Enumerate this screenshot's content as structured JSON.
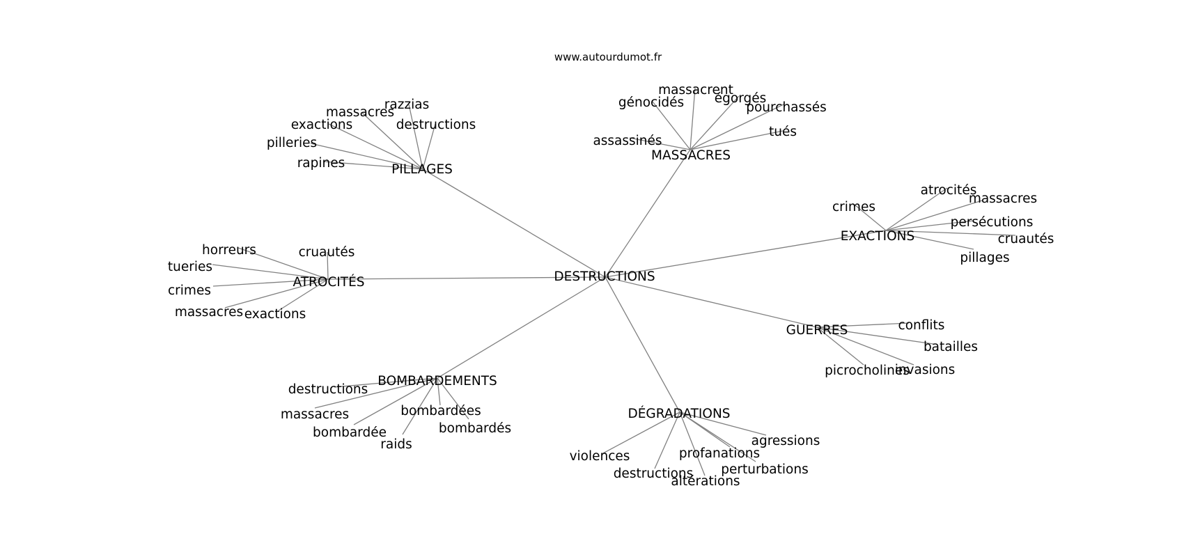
{
  "source": "www.autourdumot.fr",
  "center": "DESTRUCTIONS",
  "groups": [
    {
      "label": "PILLAGES",
      "leaves": [
        "massacres",
        "razzias",
        "exactions",
        "destructions",
        "pilleries",
        "rapines"
      ]
    },
    {
      "label": "MASSACRES",
      "leaves": [
        "massacrent",
        "génocidés",
        "égorgés",
        "pourchassés",
        "assassinés",
        "tués"
      ]
    },
    {
      "label": "EXACTIONS",
      "leaves": [
        "atrocités",
        "crimes",
        "massacres",
        "persécutions",
        "cruautés",
        "pillages"
      ]
    },
    {
      "label": "ATROCITÉS",
      "leaves": [
        "horreurs",
        "cruautés",
        "tueries",
        "crimes",
        "massacres",
        "exactions"
      ]
    },
    {
      "label": "GUERRES",
      "leaves": [
        "conflits",
        "batailles",
        "picrocholines",
        "invasions"
      ]
    },
    {
      "label": "BOMBARDEMENTS",
      "leaves": [
        "destructions",
        "bombardées",
        "massacres",
        "bombardés",
        "bombardée",
        "raids"
      ]
    },
    {
      "label": "DÉGRADATIONS",
      "leaves": [
        "agressions",
        "violences",
        "profanations",
        "perturbations",
        "destructions",
        "altérations"
      ]
    }
  ]
}
